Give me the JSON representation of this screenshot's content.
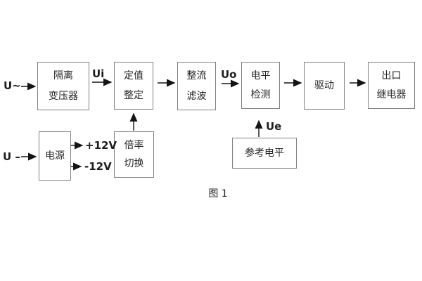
{
  "diagram": {
    "caption": "图 1",
    "inputs": {
      "ac_label": "U~",
      "dc_label": "U –"
    },
    "signals": {
      "ui": "Ui",
      "uo": "Uo",
      "ue": "Ue",
      "plus12": "+12V",
      "minus12": "-12V"
    },
    "blocks": [
      {
        "name": "isolation-transformer",
        "lines": [
          "隔离",
          "变压器"
        ]
      },
      {
        "name": "setpoint-adjust",
        "lines": [
          "定值",
          "整定"
        ]
      },
      {
        "name": "rectify-filter",
        "lines": [
          "整流",
          "滤波"
        ]
      },
      {
        "name": "level-detect",
        "lines": [
          "电平",
          "检测"
        ]
      },
      {
        "name": "drive",
        "lines": [
          "驱动"
        ]
      },
      {
        "name": "output-relay",
        "lines": [
          "出口",
          "继电器"
        ]
      },
      {
        "name": "power-supply",
        "lines": [
          "电源"
        ]
      },
      {
        "name": "ratio-switch",
        "lines": [
          "倍率",
          "切换"
        ]
      },
      {
        "name": "reference-level",
        "lines": [
          "参考电平"
        ]
      }
    ],
    "colors": {
      "background": "#ffffff",
      "box_border": "#7f7f7f",
      "text": "#262626",
      "line": "#141414"
    }
  }
}
